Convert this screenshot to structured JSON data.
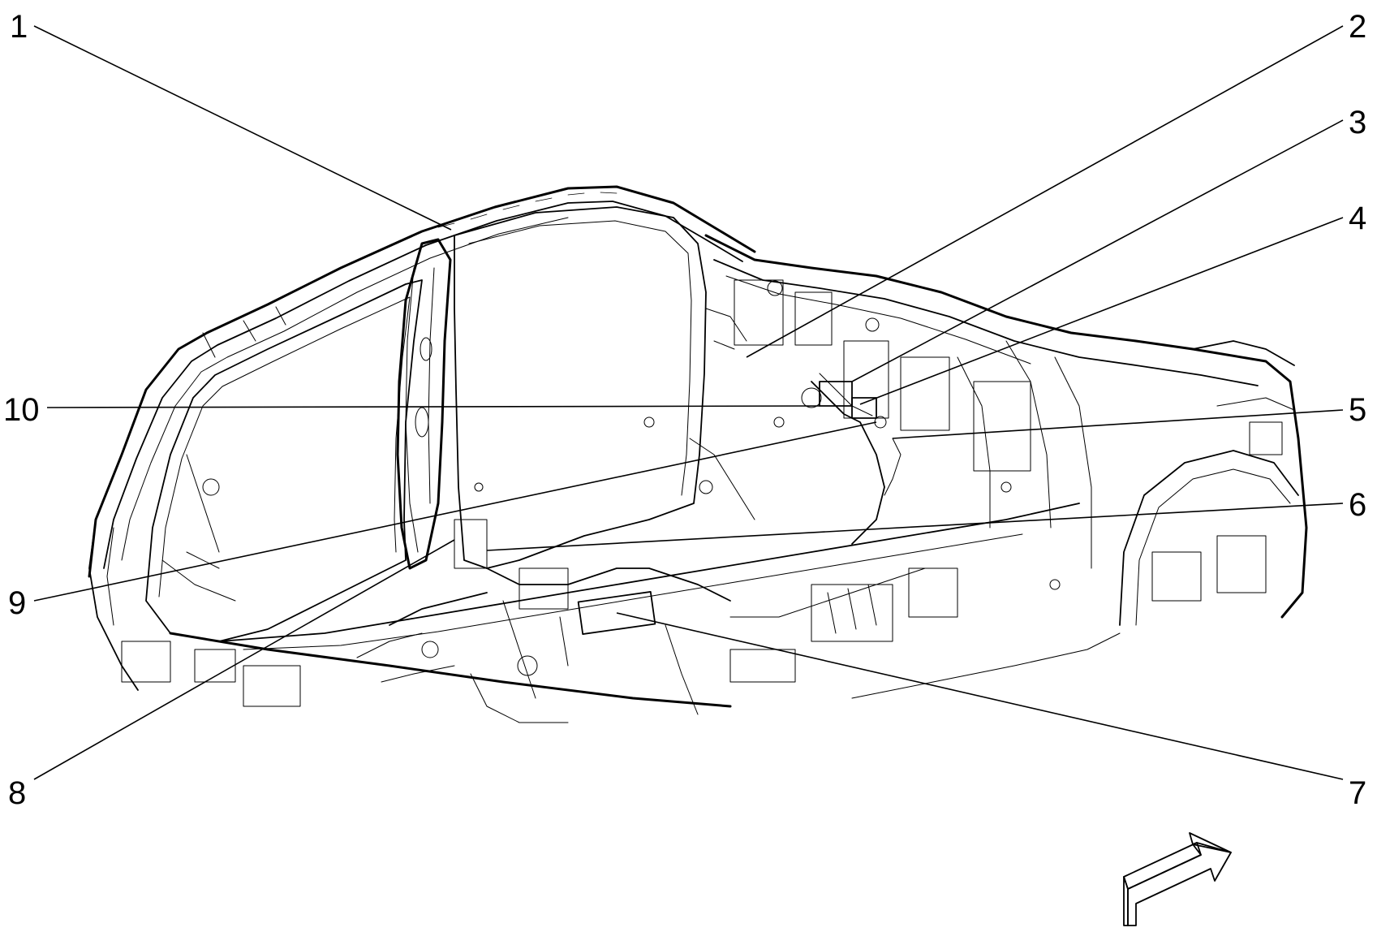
{
  "diagram": {
    "subject": "vehicle-body-structure",
    "orientation_arrow_icon": "forward-arrow-icon",
    "callouts": [
      {
        "label": "1"
      },
      {
        "label": "2"
      },
      {
        "label": "3"
      },
      {
        "label": "4"
      },
      {
        "label": "5"
      },
      {
        "label": "6"
      },
      {
        "label": "7"
      },
      {
        "label": "8"
      },
      {
        "label": "9"
      },
      {
        "label": "10"
      }
    ]
  },
  "colors": {
    "line": "#000000",
    "background": "#ffffff"
  }
}
